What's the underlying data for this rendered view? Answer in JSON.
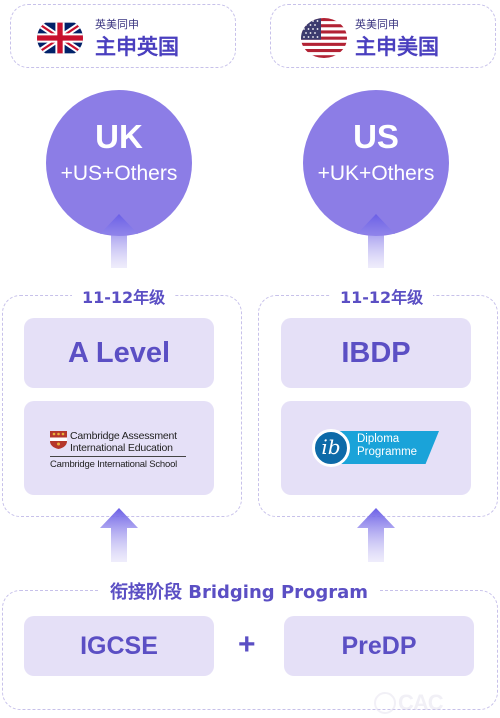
{
  "headers": {
    "uk": {
      "small": "英美同申",
      "big": "主申英国",
      "flag": "uk-flag-icon"
    },
    "us": {
      "small": "英美同申",
      "big": "主申美国",
      "flag": "us-flag-icon"
    }
  },
  "circles": {
    "uk": {
      "main": "UK",
      "sub": "+US+Others"
    },
    "us": {
      "main": "US",
      "sub": "+UK+Others"
    }
  },
  "sections": {
    "uk": {
      "grade": "11-12年级",
      "program": "A Level",
      "logo": {
        "line1": "Cambridge Assessment",
        "line2": "International Education",
        "line3": "Cambridge International School"
      }
    },
    "us": {
      "grade": "11-12年级",
      "program": "IBDP",
      "logo": {
        "mark": "ib",
        "line1": "Diploma",
        "line2": "Programme"
      }
    }
  },
  "bridging": {
    "title": "衔接阶段 Bridging Program",
    "left": "IGCSE",
    "plus": "+",
    "right": "PreDP"
  },
  "watermark": "CAC",
  "colors": {
    "accent": "#5b4fc4",
    "circle": "#8c7de6",
    "card": "#e5e0f7",
    "dashed": "#c7c1ea",
    "ib_blue": "#1aa3d9"
  }
}
